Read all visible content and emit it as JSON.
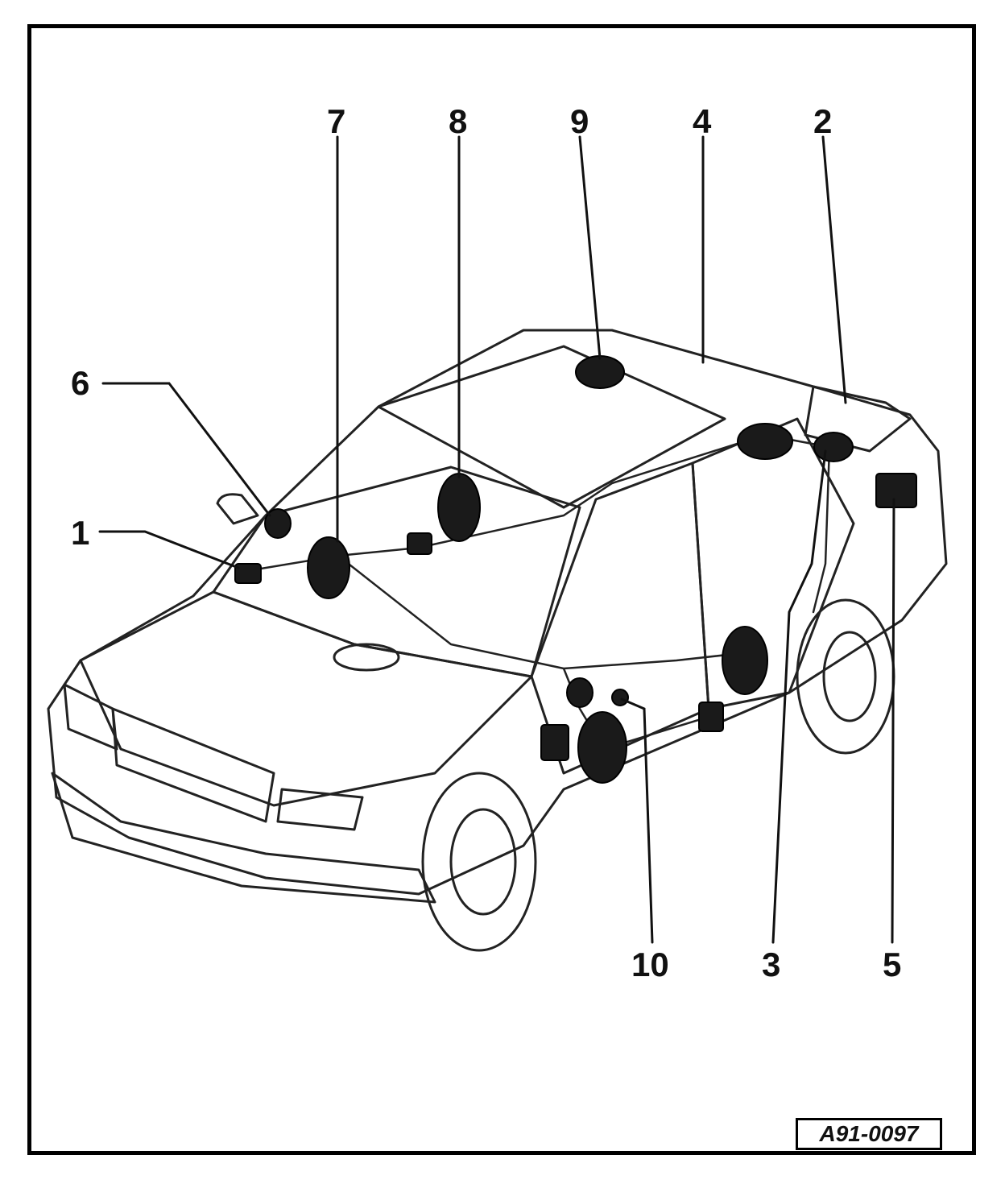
{
  "diagram": {
    "reference_code": "A91-0097",
    "callouts": [
      {
        "id": "c1",
        "label": "1"
      },
      {
        "id": "c2",
        "label": "2"
      },
      {
        "id": "c3",
        "label": "3"
      },
      {
        "id": "c4",
        "label": "4"
      },
      {
        "id": "c5",
        "label": "5"
      },
      {
        "id": "c6",
        "label": "6"
      },
      {
        "id": "c7",
        "label": "7"
      },
      {
        "id": "c8",
        "label": "8"
      },
      {
        "id": "c9",
        "label": "9"
      },
      {
        "id": "c10",
        "label": "10"
      }
    ]
  }
}
